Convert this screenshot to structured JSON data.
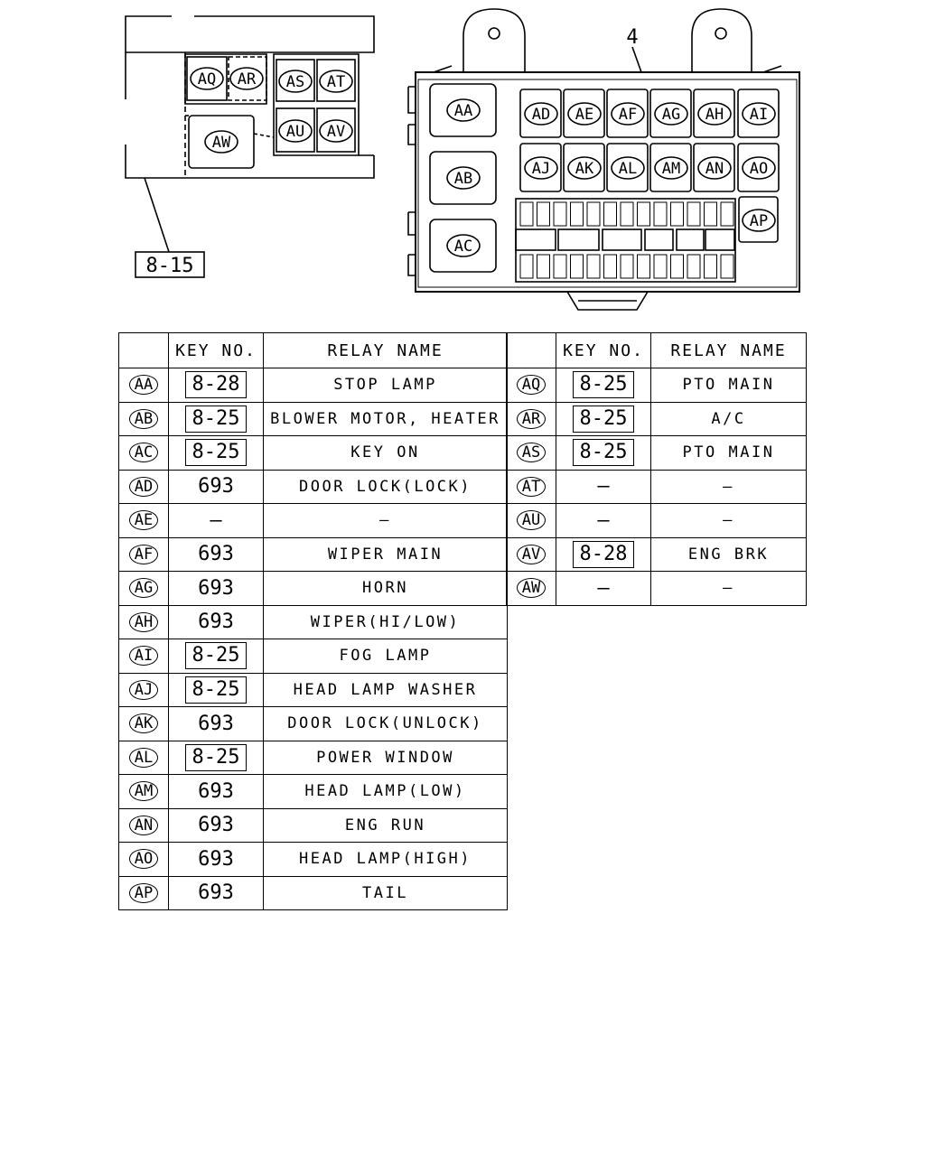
{
  "diagram": {
    "callout_number": "4",
    "ref_label": "8-15",
    "small_box_relays": [
      "AQ",
      "AR",
      "AS",
      "AT",
      "AU",
      "AV",
      "AW"
    ],
    "main_box_large": [
      "AA",
      "AB",
      "AC"
    ],
    "main_box_row1": [
      "AD",
      "AE",
      "AF",
      "AG",
      "AH",
      "AI"
    ],
    "main_box_row2": [
      "AJ",
      "AK",
      "AL",
      "AM",
      "AN",
      "AO"
    ],
    "main_box_extra": "AP"
  },
  "table": {
    "headers": {
      "key": "KEY NO.",
      "name": "RELAY NAME"
    },
    "left_rows": [
      {
        "id": "AA",
        "key": "8-28",
        "boxed": true,
        "name": "STOP LAMP"
      },
      {
        "id": "AB",
        "key": "8-25",
        "boxed": true,
        "name": "BLOWER MOTOR, HEATER"
      },
      {
        "id": "AC",
        "key": "8-25",
        "boxed": true,
        "name": "KEY ON"
      },
      {
        "id": "AD",
        "key": "693",
        "boxed": false,
        "name": "DOOR LOCK(LOCK)"
      },
      {
        "id": "AE",
        "key": "—",
        "boxed": false,
        "name": "—"
      },
      {
        "id": "AF",
        "key": "693",
        "boxed": false,
        "name": "WIPER MAIN"
      },
      {
        "id": "AG",
        "key": "693",
        "boxed": false,
        "name": "HORN"
      },
      {
        "id": "AH",
        "key": "693",
        "boxed": false,
        "name": "WIPER(HI/LOW)"
      },
      {
        "id": "AI",
        "key": "8-25",
        "boxed": true,
        "name": "FOG LAMP"
      },
      {
        "id": "AJ",
        "key": "8-25",
        "boxed": true,
        "name": "HEAD LAMP WASHER"
      },
      {
        "id": "AK",
        "key": "693",
        "boxed": false,
        "name": "DOOR LOCK(UNLOCK)"
      },
      {
        "id": "AL",
        "key": "8-25",
        "boxed": true,
        "name": "POWER WINDOW"
      },
      {
        "id": "AM",
        "key": "693",
        "boxed": false,
        "name": "HEAD LAMP(LOW)"
      },
      {
        "id": "AN",
        "key": "693",
        "boxed": false,
        "name": "ENG RUN"
      },
      {
        "id": "AO",
        "key": "693",
        "boxed": false,
        "name": "HEAD LAMP(HIGH)"
      },
      {
        "id": "AP",
        "key": "693",
        "boxed": false,
        "name": "TAIL"
      }
    ],
    "right_rows": [
      {
        "id": "AQ",
        "key": "8-25",
        "boxed": true,
        "name": "PTO MAIN"
      },
      {
        "id": "AR",
        "key": "8-25",
        "boxed": true,
        "name": "A/C"
      },
      {
        "id": "AS",
        "key": "8-25",
        "boxed": true,
        "name": "PTO MAIN"
      },
      {
        "id": "AT",
        "key": "—",
        "boxed": false,
        "name": "—"
      },
      {
        "id": "AU",
        "key": "—",
        "boxed": false,
        "name": "—"
      },
      {
        "id": "AV",
        "key": "8-28",
        "boxed": true,
        "name": "ENG BRK"
      },
      {
        "id": "AW",
        "key": "—",
        "boxed": false,
        "name": "—"
      }
    ]
  }
}
